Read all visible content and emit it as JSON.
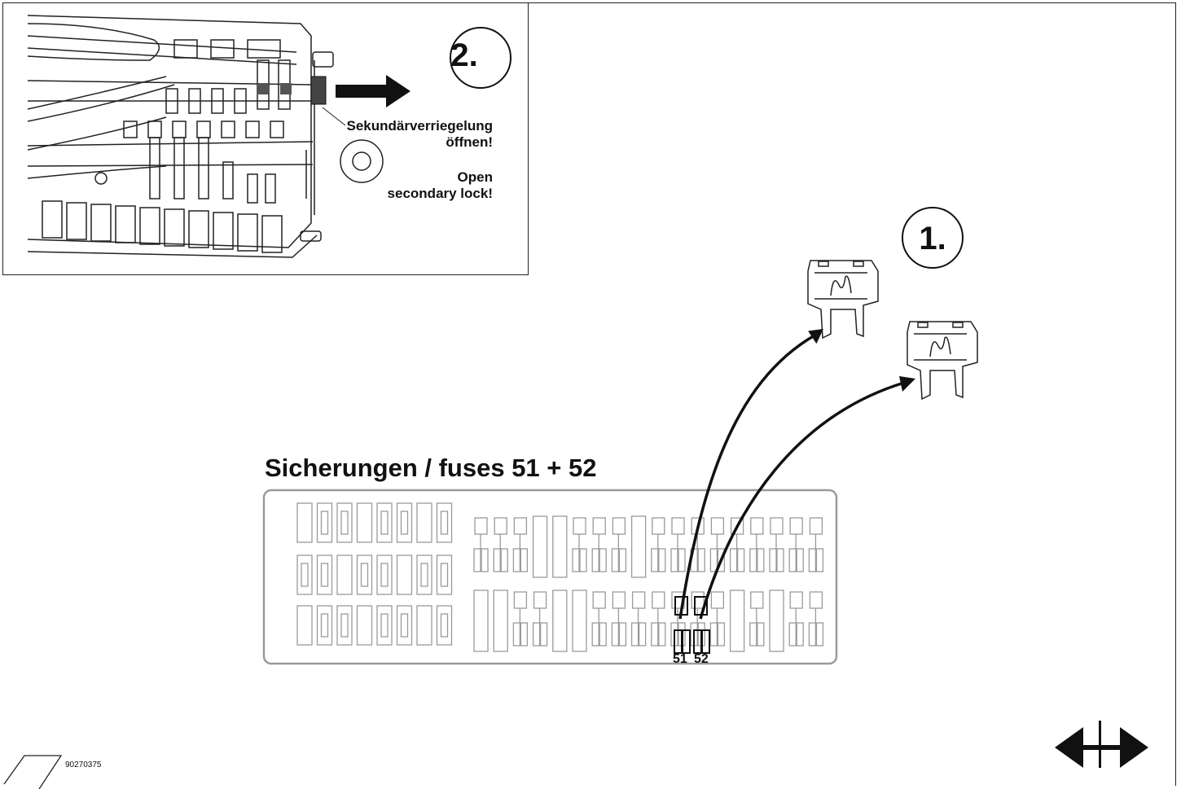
{
  "inset": {
    "step_label": "2.",
    "lock_text_de_line1": "Sekundärverriegelung",
    "lock_text_de_line2": "öffnen!",
    "lock_text_en_line1": "Open",
    "lock_text_en_line2": "secondary lock!"
  },
  "main": {
    "step_label": "1.",
    "fuse_title": "Sicherungen / fuses 51 + 52",
    "fuse_number_a": "51",
    "fuse_number_b": "52"
  },
  "footer": {
    "doc_number": "90270375"
  },
  "icons": {
    "direction_icon": "double-arrow-horizontal-icon",
    "fuse_icon": "mini-blade-fuse-icon",
    "pull_arrow_icon": "arrow-right-icon"
  },
  "colors": {
    "line": "#222222",
    "box_outline": "#9a9a9a",
    "highlight": "#111111"
  }
}
